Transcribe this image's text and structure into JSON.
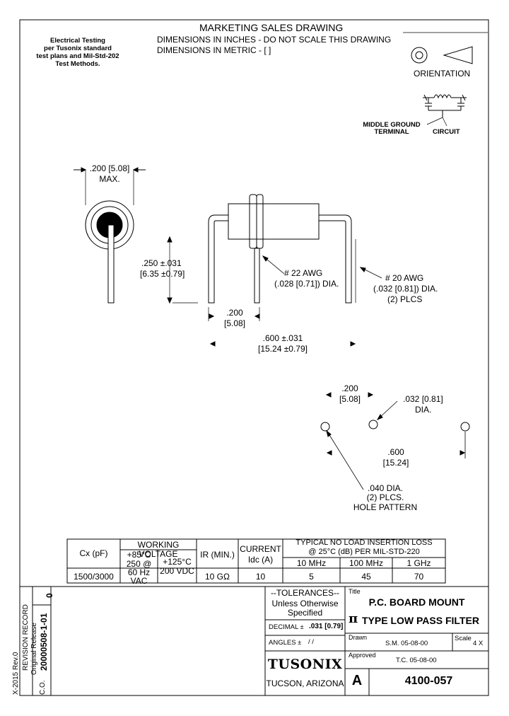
{
  "header": {
    "title": "MARKETING SALES DRAWING",
    "dims_inches": "DIMENSIONS IN INCHES - DO NOT SCALE THIS DRAWING",
    "dims_metric": "DIMENSIONS IN METRIC - [  ]"
  },
  "testing_note": [
    "Electrical Testing",
    "per Tusonix standard",
    "test plans and Mil-Std-202",
    "Test Methods."
  ],
  "orientation_label": "ORIENTATION",
  "circuit": {
    "ground_label_1": "MIDDLE GROUND",
    "ground_label_2": "TERMINAL",
    "circuit_label": "CIRCUIT"
  },
  "end_view": {
    "dim_1": ".200 [5.08]",
    "dim_2": "MAX."
  },
  "side_view": {
    "height_1": ".250 ±.031",
    "height_2": "[6.35 ±0.79]",
    "awg22_1": "# 22 AWG",
    "awg22_2": "(.028 [0.71]) DIA.",
    "awg20_1": "# 20 AWG",
    "awg20_2": "(.032 [0.81]) DIA.",
    "awg20_3": "(2) PLCS",
    "spacing_1": ".200",
    "spacing_2": "[5.08]",
    "length_1": ".600 ±.031",
    "length_2": "[15.24 ±0.79]"
  },
  "hole_pattern": {
    "pitch_1": ".200",
    "pitch_2": "[5.08]",
    "dia_1": ".032 [0.81]",
    "dia_2": "DIA.",
    "span_1": ".600",
    "span_2": "[15.24]",
    "hole_1": ".040 DIA.",
    "hole_2": "(2) PLCS.",
    "hole_3": "HOLE PATTERN"
  },
  "spec_table": {
    "cx_header": "Cx (pF)",
    "cx_value": "1500/3000",
    "wv_header": "WORKING VOLTAGE",
    "wv_85_1": "+85°C",
    "wv_85_2": "250 @",
    "wv_85_3": "60 Hz",
    "wv_85_4": "VAC",
    "wv_125_1": "+125°C",
    "wv_125_2": "200 VDC",
    "ir_header": "IR (MIN.)",
    "ir_value": "10 GΩ",
    "current_1": "CURRENT",
    "current_2": "Idc (A)",
    "current_value": "10",
    "loss_header_1": "TYPICAL  NO LOAD INSERTION LOSS",
    "loss_header_2": "@ 25°C (dB) PER MIL-STD-220",
    "freqs": [
      "10 MHz",
      "100 MHz",
      "1 GHz"
    ],
    "loss_values": [
      "5",
      "45",
      "70"
    ]
  },
  "revision": {
    "rev_number": "0",
    "record_label": "REVISION RECORD",
    "original_label": "Original Release",
    "co_label": "C.O.",
    "co_number": "20000508-1-01",
    "form_label": "X-2015 Rev.0"
  },
  "tolerances": {
    "title_1": "--TOLERANCES--",
    "title_2": "Unless Otherwise",
    "title_3": "Specified",
    "decimal_label": "DECIMAL ±",
    "decimal_value": ".031 [0.79]",
    "angles_label": "ANGLES ±",
    "angles_value": "/    /"
  },
  "company": {
    "name": "TUSONIX",
    "location": "TUCSON, ARIZONA"
  },
  "title_block": {
    "title_label": "Title",
    "title_1": "P.C. BOARD MOUNT",
    "pi_symbol": "π",
    "title_2": "TYPE LOW PASS FILTER",
    "drawn_label": "Drawn",
    "drawn_value": "S.M. 05-08-00",
    "scale_label": "Scale",
    "scale_value": "4 X",
    "approved_label": "Approved",
    "approved_value": "T.C. 05-08-00",
    "size": "A",
    "part_number": "4100-057"
  }
}
